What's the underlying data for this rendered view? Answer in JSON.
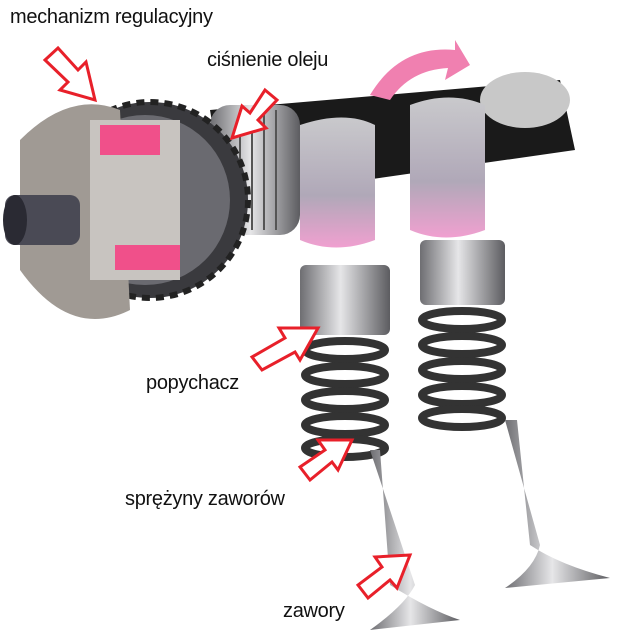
{
  "labels": {
    "adjuster": "mechanizm regulacyjny",
    "oil_pressure": "ciśnienie oleju",
    "tappet": "popychacz",
    "valve_springs": "sprężyny zaworów",
    "valves": "zawory"
  },
  "colors": {
    "arrow": "#e8202a",
    "accent_pink": "#f0508a",
    "metal": "#a9a9ad"
  }
}
